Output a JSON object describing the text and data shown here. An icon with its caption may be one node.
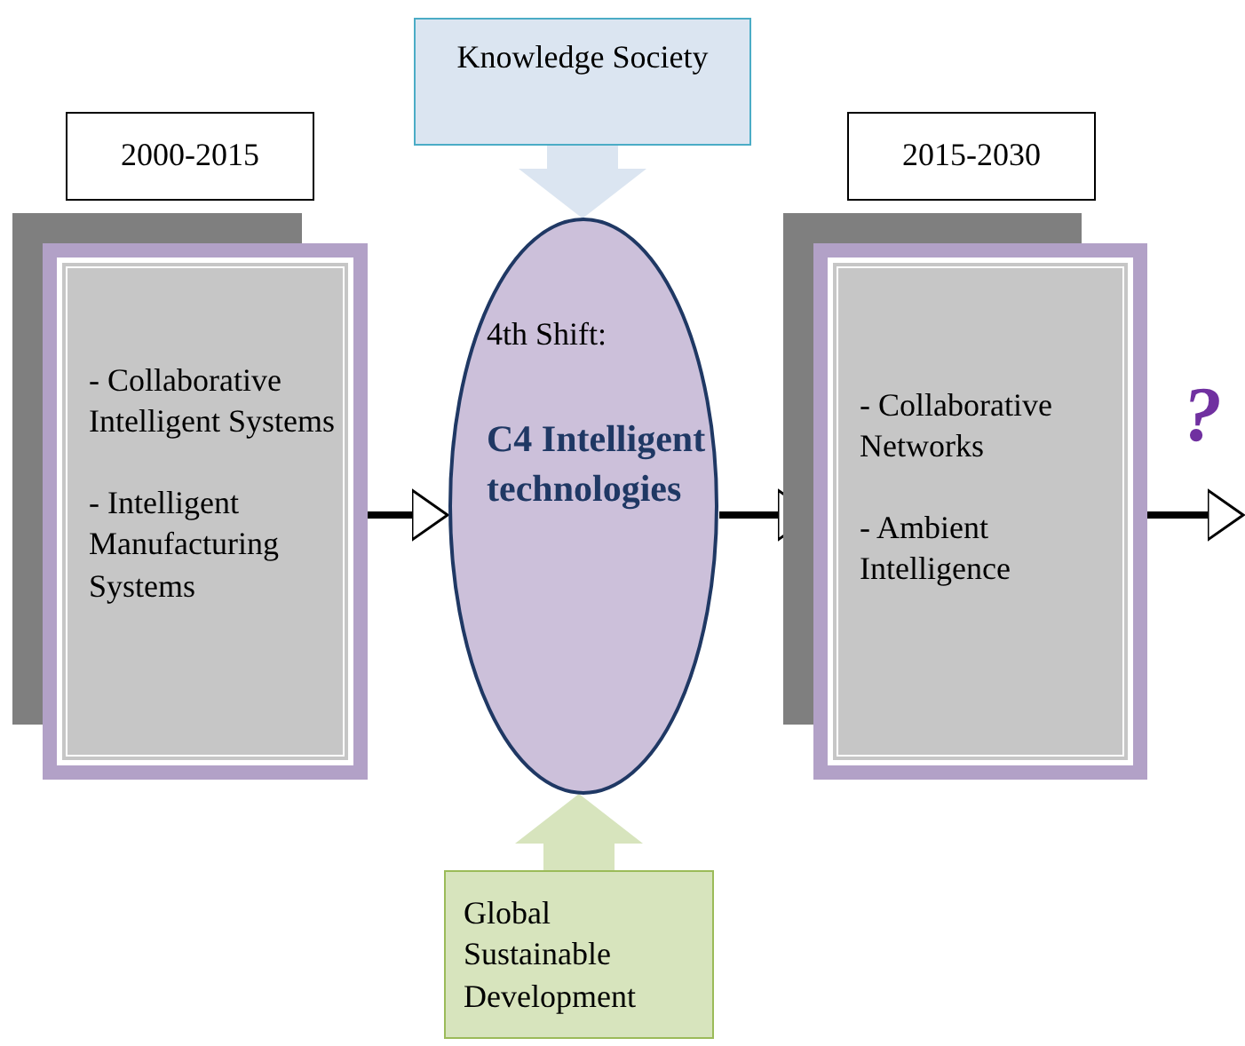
{
  "diagram": {
    "nodes": [
      {
        "text": [
          "2000-2015"
        ]
      },
      {
        "text": [
          "- Collaborative Intelligent Systems",
          "- Intelligent Manufacturing Systems"
        ]
      },
      {
        "text": [
          "Knowledge Society"
        ]
      },
      {
        "text": [
          "4th Shift:",
          "C4 Intelligent technologies"
        ]
      },
      {
        "text": [
          "2015-2030"
        ]
      },
      {
        "text": [
          "- Collaborative Networks",
          "- Ambient Intelligence"
        ]
      },
      {
        "text": [
          "Global Sustainable Development"
        ]
      }
    ],
    "edges": [
      {
        "from": 2,
        "to": 3,
        "arrow": "to",
        "style": "thick",
        "color": "#dbe5f1"
      },
      {
        "from": 1,
        "to": 3,
        "arrow": "to"
      },
      {
        "from": 3,
        "to": 5,
        "arrow": "to"
      },
      {
        "from": 5,
        "to": null,
        "arrow": "to"
      },
      {
        "from": 6,
        "to": 3,
        "arrow": "to",
        "style": "thick",
        "color": "#d7e4bd"
      }
    ],
    "labels": [
      "?"
    ]
  }
}
